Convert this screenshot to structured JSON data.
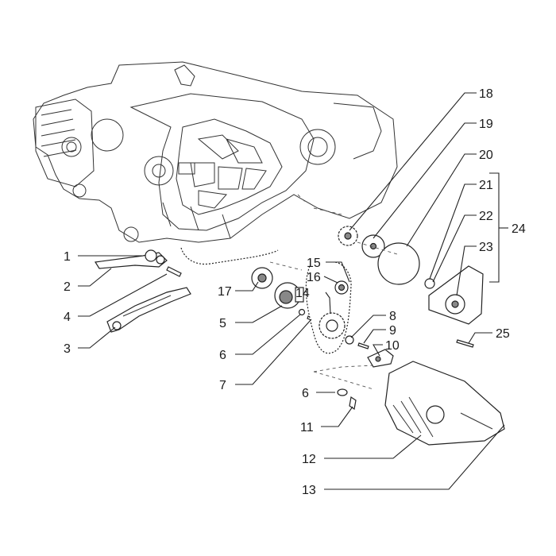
{
  "diagram": {
    "callouts": [
      {
        "id": "c1",
        "text": "1"
      },
      {
        "id": "c2",
        "text": "2"
      },
      {
        "id": "c3",
        "text": "3"
      },
      {
        "id": "c4",
        "text": "4"
      },
      {
        "id": "c5",
        "text": "5"
      },
      {
        "id": "c6a",
        "text": "6"
      },
      {
        "id": "c6b",
        "text": "6"
      },
      {
        "id": "c7",
        "text": "7"
      },
      {
        "id": "c8",
        "text": "8"
      },
      {
        "id": "c9",
        "text": "9"
      },
      {
        "id": "c10",
        "text": "10"
      },
      {
        "id": "c11",
        "text": "11"
      },
      {
        "id": "c12",
        "text": "12"
      },
      {
        "id": "c13",
        "text": "13"
      },
      {
        "id": "c14",
        "text": "14"
      },
      {
        "id": "c15",
        "text": "15"
      },
      {
        "id": "c16",
        "text": "16"
      },
      {
        "id": "c17",
        "text": "17"
      },
      {
        "id": "c18",
        "text": "18"
      },
      {
        "id": "c19",
        "text": "19"
      },
      {
        "id": "c20",
        "text": "20"
      },
      {
        "id": "c21",
        "text": "21"
      },
      {
        "id": "c22",
        "text": "22"
      },
      {
        "id": "c23",
        "text": "23"
      },
      {
        "id": "c24",
        "text": "24"
      },
      {
        "id": "c25",
        "text": "25"
      }
    ]
  }
}
